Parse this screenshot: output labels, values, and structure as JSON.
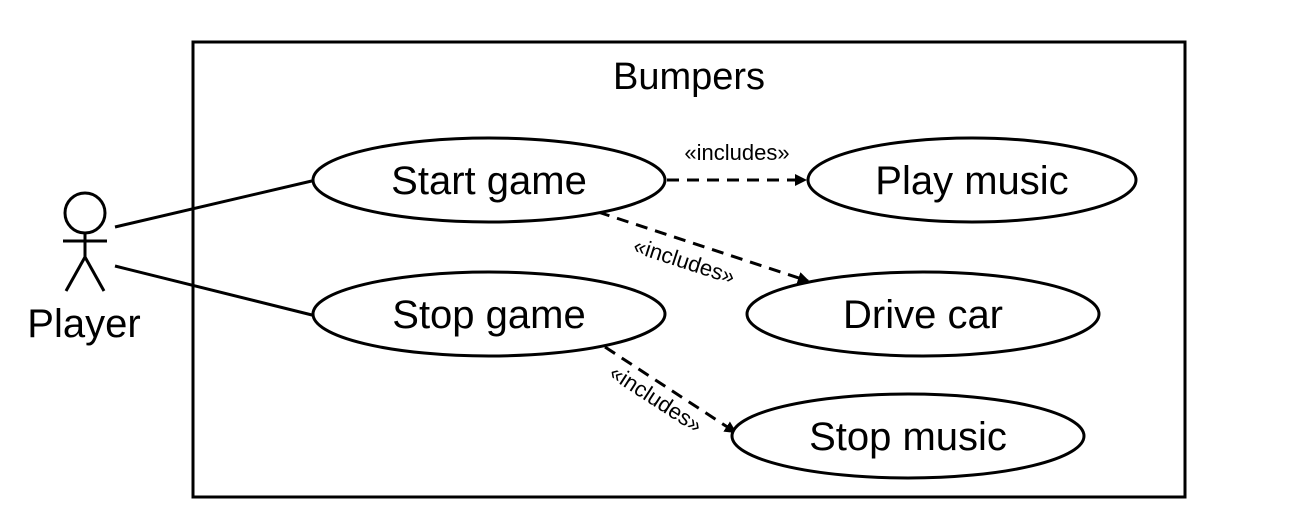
{
  "system": {
    "name": "Bumpers"
  },
  "actor": {
    "name": "Player"
  },
  "use_cases": {
    "start_game": "Start game",
    "stop_game": "Stop game",
    "play_music": "Play music",
    "drive_car": "Drive car",
    "stop_music": "Stop music"
  },
  "relationships": {
    "start_play_music": "«includes»",
    "start_drive_car": "«includes»",
    "stop_stop_music": "«includes»"
  }
}
